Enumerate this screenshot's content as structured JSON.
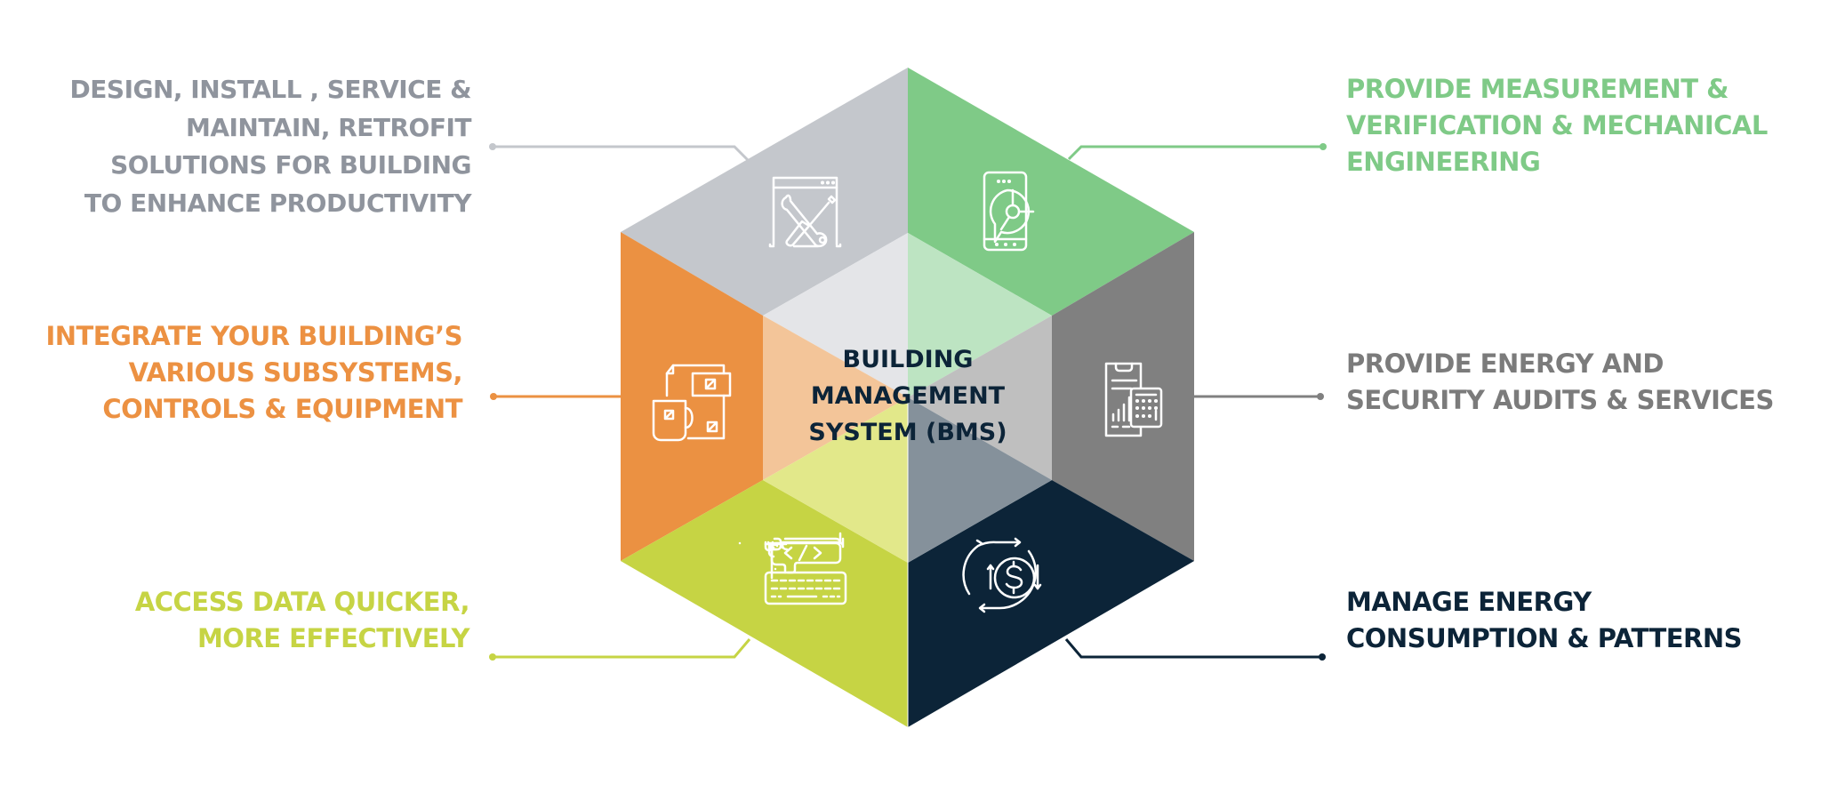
{
  "diagram": {
    "title": {
      "lines": [
        "BUILDING",
        "MANAGEMENT",
        "SYSTEM (BMS)"
      ],
      "color": "#0c2438"
    },
    "segments": [
      {
        "id": "top-left",
        "icon": "tools-window-icon",
        "color": "#c4c7cc",
        "inner_color": "#e4e5e8",
        "label_color": "#8f949d",
        "label_lines": [
          "DESIGN, INSTALL , SERVICE &",
          "MAINTAIN, RETROFIT",
          "SOLUTIONS FOR BUILDING",
          "TO ENHANCE PRODUCTIVITY"
        ]
      },
      {
        "id": "top-right",
        "icon": "mobile-analytics-icon",
        "color": "#7fca87",
        "inner_color": "#bde4c2",
        "label_color": "#7fca87",
        "label_lines": [
          "PROVIDE MEASUREMENT &",
          "VERIFICATION & MECHANICAL",
          "ENGINEERING"
        ]
      },
      {
        "id": "middle-left",
        "icon": "integration-devices-icon",
        "color": "#eb9142",
        "inner_color": "#f3c599",
        "label_color": "#ec9142",
        "label_lines": [
          "INTEGRATE YOUR BUILDING’S",
          "VARIOUS SUBSYSTEMS,",
          "CONTROLS & EQUIPMENT"
        ]
      },
      {
        "id": "middle-right",
        "icon": "audit-calculator-icon",
        "color": "#808080",
        "inner_color": "#bfbfbf",
        "label_color": "#7b7b7b",
        "label_lines": [
          "PROVIDE ENERGY AND",
          "SECURITY AUDITS & SERVICES"
        ]
      },
      {
        "id": "bottom-left",
        "icon": "code-keyboard-icon",
        "color": "#c6d444",
        "inner_color": "#e2e88a",
        "label_color": "#c6d444",
        "label_lines": [
          "ACCESS DATA QUICKER,",
          "MORE EFFECTIVELY"
        ]
      },
      {
        "id": "bottom-right",
        "icon": "dollar-cycle-icon",
        "color": "#0c2438",
        "inner_color": "#85919b",
        "label_color": "#0c2438",
        "label_lines": [
          "MANAGE ENERGY",
          "CONSUMPTION & PATTERNS"
        ]
      }
    ]
  }
}
